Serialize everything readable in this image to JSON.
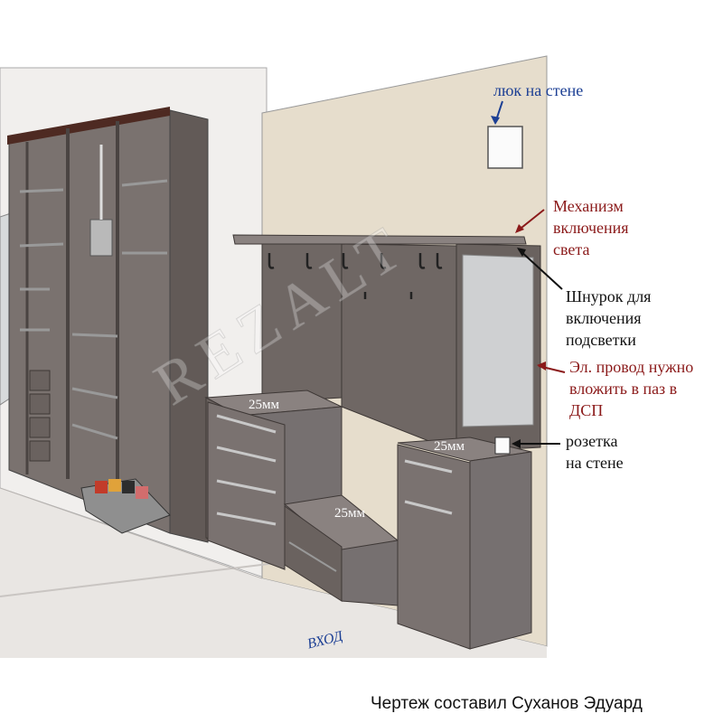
{
  "labels": {
    "hatch": "люк на стене",
    "mechanism": [
      "Механизм",
      "включения",
      "света"
    ],
    "cord": [
      "Шнурок для",
      "включения",
      "подсветки"
    ],
    "wire": [
      "Эл. провод нужно",
      "вложить в паз в",
      "ДСП"
    ],
    "socket": [
      "розетка",
      "на стене"
    ],
    "entry": "ВХОД"
  },
  "dimensions": {
    "dresser_top": "25мм",
    "bench_top": "25мм",
    "right_cabinet_top": "25мм"
  },
  "watermark": "REZALT",
  "credit": "Чертеж составил Суханов Эдуард",
  "colors": {
    "furniture": "#6f6764",
    "wall": "#e6ddcc",
    "floor": "#e9e6e3",
    "annotation_blue": "#1c3f94",
    "annotation_red": "#8b1a1a"
  }
}
